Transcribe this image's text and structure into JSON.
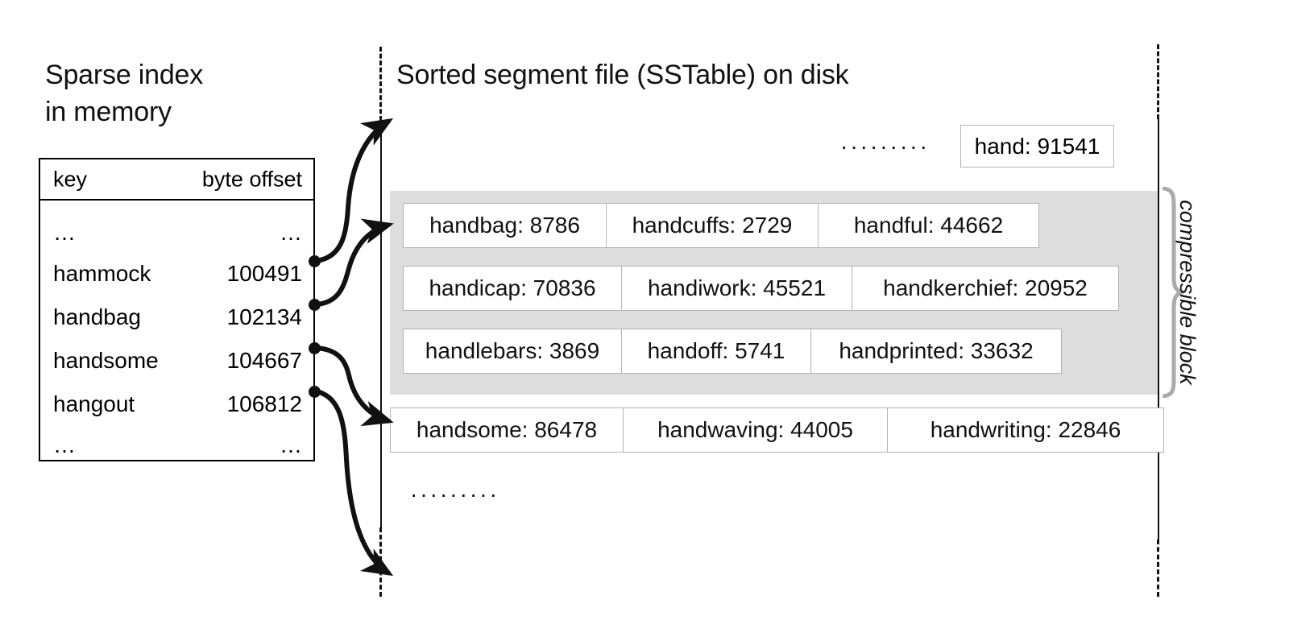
{
  "left_panel": {
    "heading_line1": "Sparse index",
    "heading_line2": "in memory",
    "table": {
      "columns": [
        "key",
        "byte offset"
      ],
      "ellipsis": "…",
      "rows": [
        {
          "key": "…",
          "offset": "…"
        },
        {
          "key": "hammock",
          "offset": "100491"
        },
        {
          "key": "handbag",
          "offset": "102134"
        },
        {
          "key": "handsome",
          "offset": "104667"
        },
        {
          "key": "hangout",
          "offset": "106812"
        },
        {
          "key": "…",
          "offset": "…"
        }
      ]
    }
  },
  "right_panel": {
    "heading": "Sorted segment file (SSTable) on disk",
    "top_ellipsis": "·········",
    "bottom_ellipsis": "·········",
    "top_entry": "hand: 91541",
    "entry_rows": [
      {
        "in_block": true,
        "entries": [
          "handbag: 8786",
          "handcuffs: 2729",
          "handful: 44662"
        ]
      },
      {
        "in_block": true,
        "entries": [
          "handicap: 70836",
          "handiwork: 45521",
          "handkerchief: 20952"
        ]
      },
      {
        "in_block": true,
        "entries": [
          "handlebars: 3869",
          "handoff: 5741",
          "handprinted: 33632"
        ]
      },
      {
        "in_block": false,
        "entries": [
          "handsome: 86478",
          "handwaving: 44005",
          "handwriting: 22846"
        ]
      }
    ],
    "block_annotation": "compressible block"
  },
  "colors": {
    "block_fill": "#dddddd",
    "entry_border": "#b3b3b3",
    "line": "#111111",
    "brace": "#aaaaaa"
  }
}
